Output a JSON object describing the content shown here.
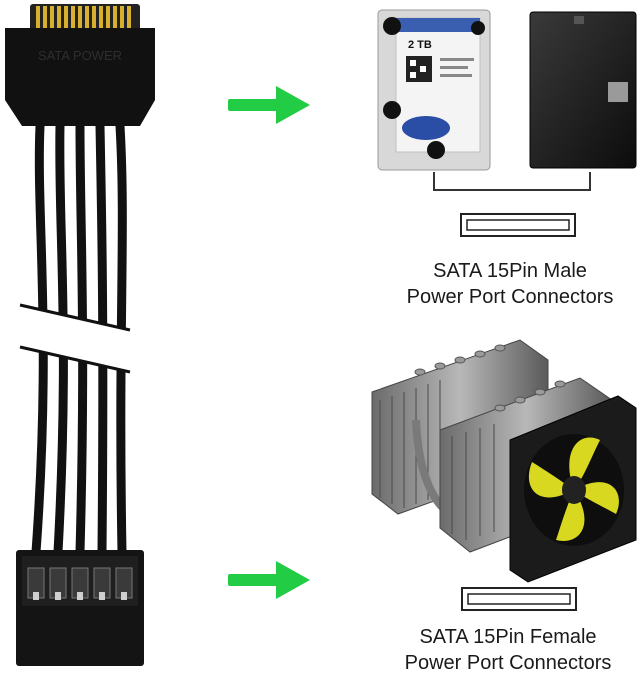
{
  "connector": {
    "housing_label": "SATA POWER"
  },
  "drives": {
    "hdd_label": "2 TB"
  },
  "male": {
    "line1": "SATA 15Pin Male",
    "line2": "Power Port Connectors"
  },
  "female": {
    "line1": "SATA 15Pin Female",
    "line2": "Power Port Connectors"
  },
  "colors": {
    "arrow": "#22cc44",
    "cable": "#111111",
    "pins": "#d8b030",
    "fan_blade": "#d8d820",
    "hdd_label_blue": "#3a5fb0"
  }
}
